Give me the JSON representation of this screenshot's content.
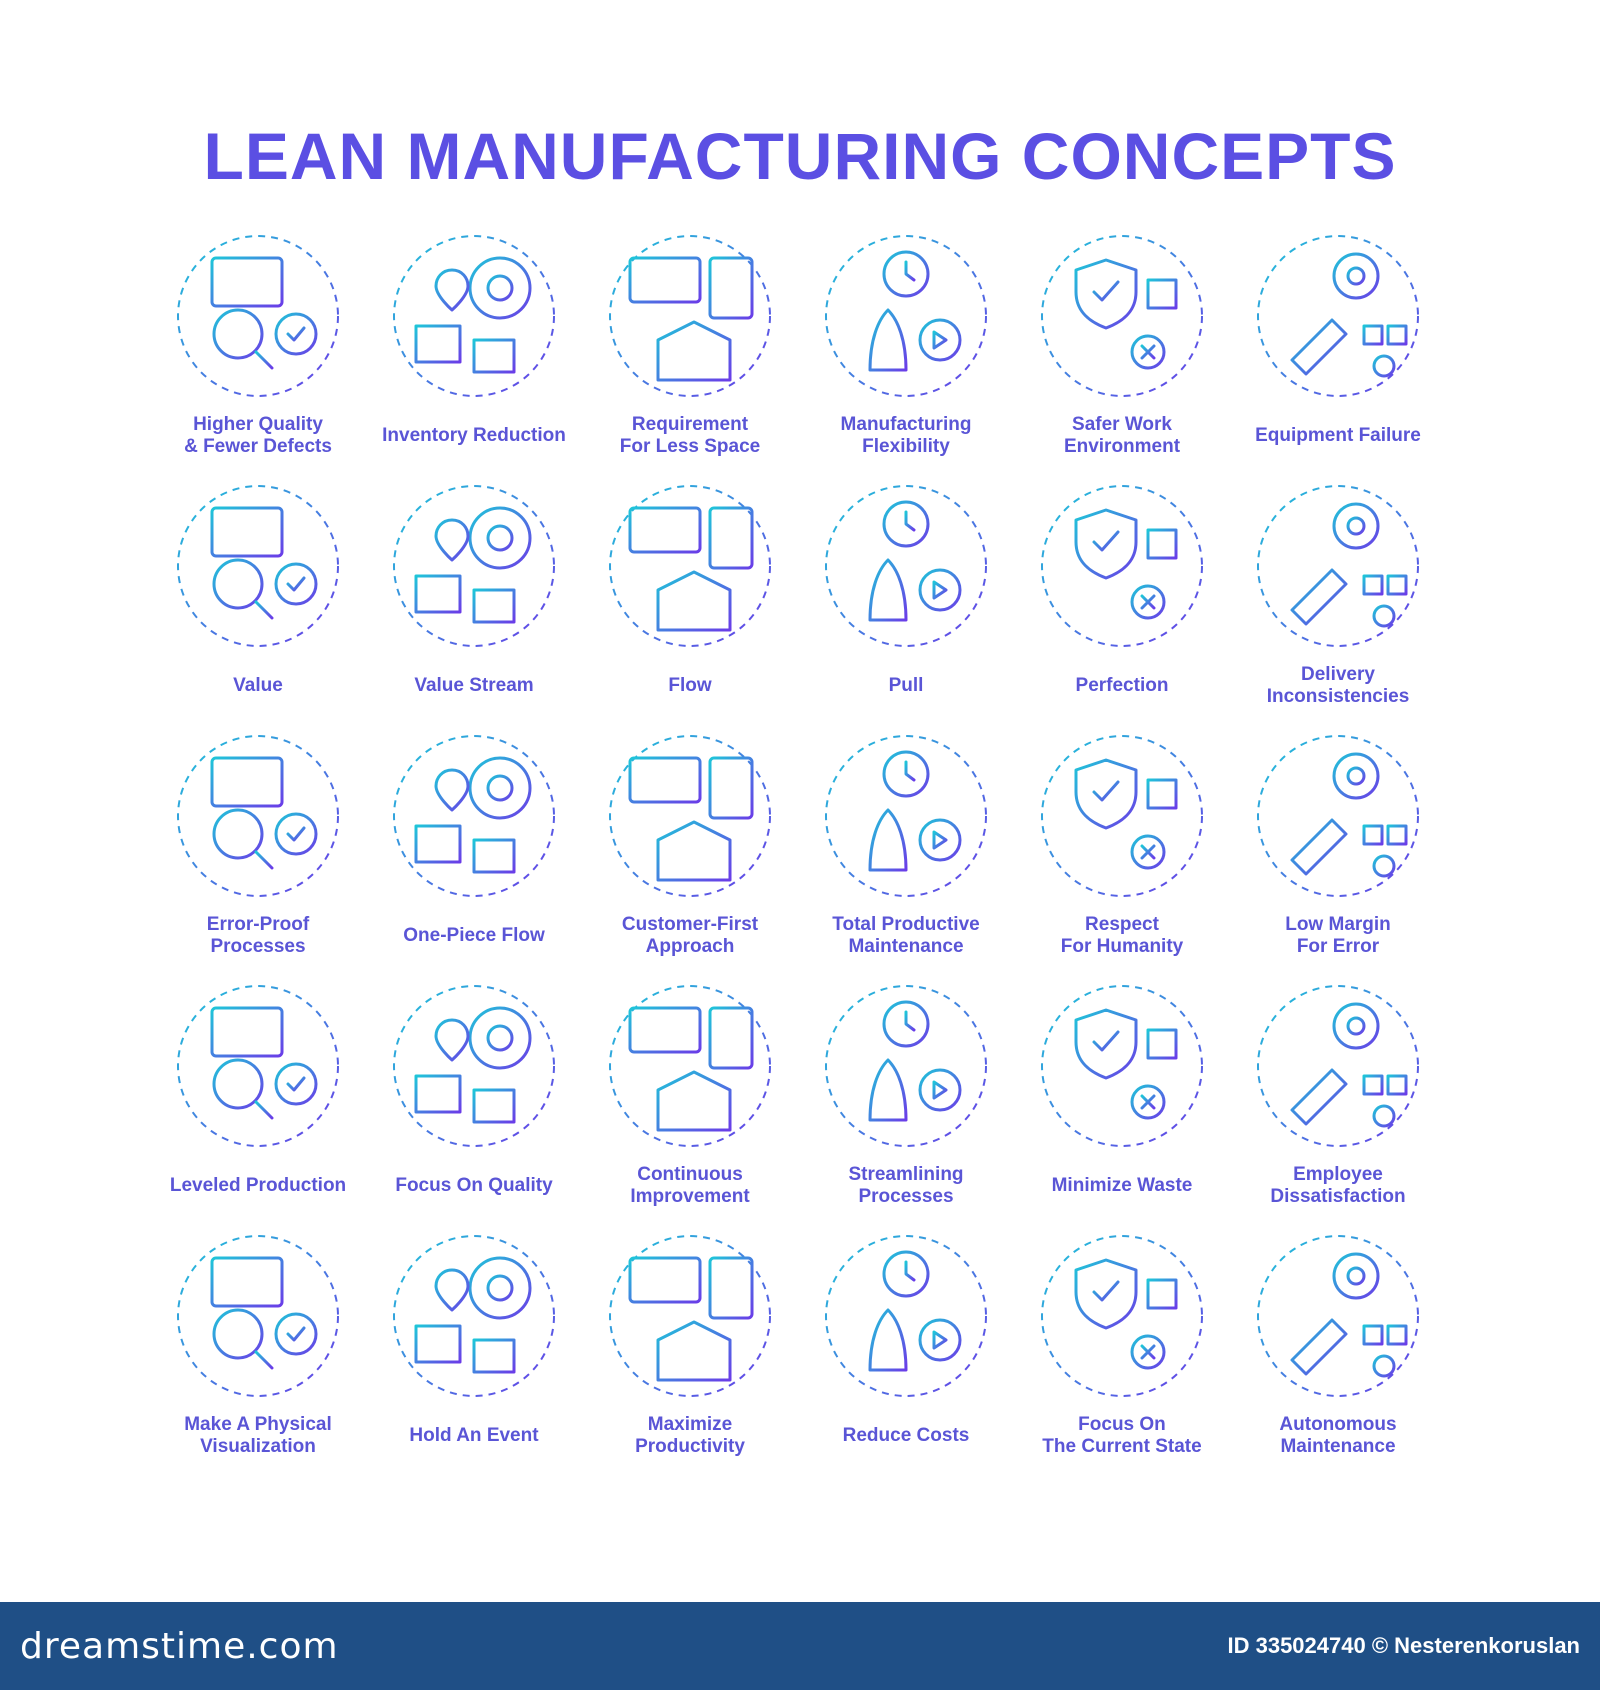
{
  "title": "LEAN MANUFACTURING CONCEPTS",
  "colors": {
    "accent_start": "#1ec6d9",
    "accent_end": "#6a3ce8",
    "label": "#5a55d6",
    "footer_bg": "#1f4f86"
  },
  "concepts": [
    {
      "lines": [
        "Higher Quality",
        "& Fewer Defects"
      ],
      "icon": "quality-inspection-icon"
    },
    {
      "lines": [
        "Inventory Reduction"
      ],
      "icon": "inventory-target-icon"
    },
    {
      "lines": [
        "Requirement",
        "For Less Space"
      ],
      "icon": "warehouse-space-icon"
    },
    {
      "lines": [
        "Manufacturing",
        "Flexibility"
      ],
      "icon": "rocket-gears-icon"
    },
    {
      "lines": [
        "Safer Work",
        "Environment"
      ],
      "icon": "shield-worker-icon"
    },
    {
      "lines": [
        "Equipment Failure"
      ],
      "icon": "broken-gear-wrench-icon"
    },
    {
      "lines": [
        "Value"
      ],
      "icon": "value-tag-icon"
    },
    {
      "lines": [
        "Value Stream"
      ],
      "icon": "value-stream-icon"
    },
    {
      "lines": [
        "Flow"
      ],
      "icon": "flow-puzzle-icon"
    },
    {
      "lines": [
        "Pull"
      ],
      "icon": "pull-delivery-icon"
    },
    {
      "lines": [
        "Perfection"
      ],
      "icon": "perfection-stars-icon"
    },
    {
      "lines": [
        "Delivery",
        "Inconsistencies"
      ],
      "icon": "delivery-boxes-icon"
    },
    {
      "lines": [
        "Error-Proof",
        "Processes"
      ],
      "icon": "error-proof-shapes-icon"
    },
    {
      "lines": [
        "One-Piece Flow"
      ],
      "icon": "one-piece-flow-icon"
    },
    {
      "lines": [
        "Customer-First",
        "Approach"
      ],
      "icon": "customer-target-icon"
    },
    {
      "lines": [
        "Total Productive",
        "Maintenance"
      ],
      "icon": "maintenance-team-icon"
    },
    {
      "lines": [
        "Respect",
        "For Humanity"
      ],
      "icon": "handshake-team-icon"
    },
    {
      "lines": [
        "Low Margin",
        "For Error"
      ],
      "icon": "funnel-warning-icon"
    },
    {
      "lines": [
        "Leveled Production"
      ],
      "icon": "leveled-production-icon"
    },
    {
      "lines": [
        "Focus On Quality"
      ],
      "icon": "diamond-quality-icon"
    },
    {
      "lines": [
        "Continuous",
        "Improvement"
      ],
      "icon": "improvement-chart-icon"
    },
    {
      "lines": [
        "Streamlining",
        "Processes"
      ],
      "icon": "streamline-cycle-icon"
    },
    {
      "lines": [
        "Minimize Waste"
      ],
      "icon": "recycle-bin-icon"
    },
    {
      "lines": [
        "Employee",
        "Dissatisfaction"
      ],
      "icon": "employee-stop-icon"
    },
    {
      "lines": [
        "Make A Physical",
        "Visualization"
      ],
      "icon": "visualization-board-icon"
    },
    {
      "lines": [
        "Hold An Event"
      ],
      "icon": "presentation-event-icon"
    },
    {
      "lines": [
        "Maximize",
        "Productivity"
      ],
      "icon": "speedometer-growth-icon"
    },
    {
      "lines": [
        "Reduce Costs"
      ],
      "icon": "cost-cut-icon"
    },
    {
      "lines": [
        "Focus On",
        "The Current State"
      ],
      "icon": "current-state-icon"
    },
    {
      "lines": [
        "Autonomous",
        "Maintenance"
      ],
      "icon": "robot-arm-icon"
    }
  ],
  "footer": {
    "brand": "dreamstime.com",
    "credit": "ID 335024740 © Nesterenkoruslan"
  }
}
